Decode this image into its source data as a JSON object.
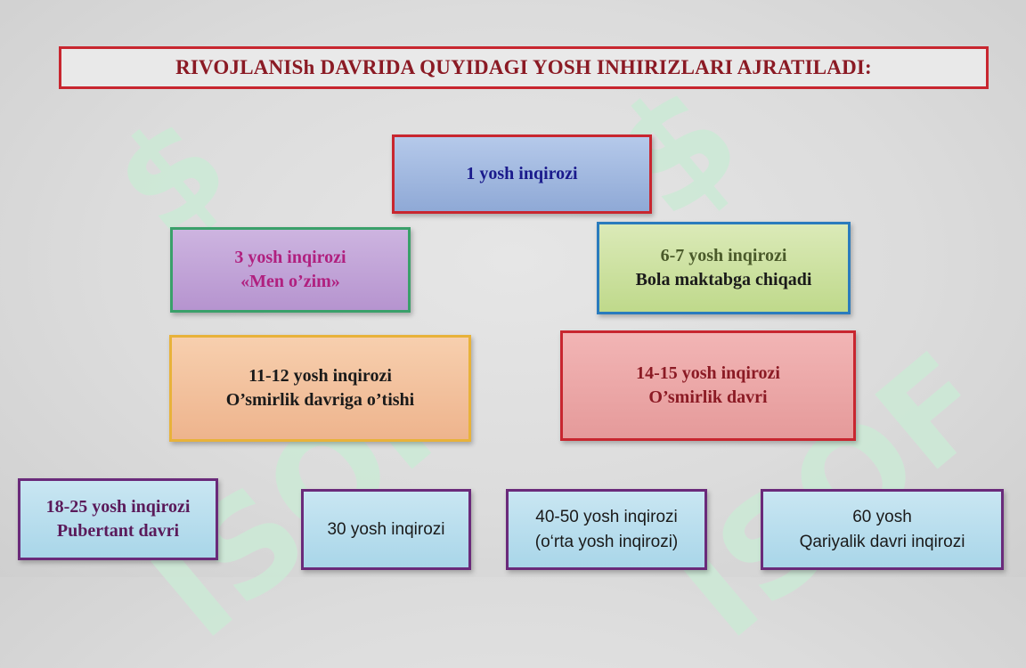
{
  "watermark": {
    "text": "ISOF"
  },
  "title": "RIVOJLANISh DAVRIDA QUYIDAGI YOSH INHIRIZLARI AJRATILADI:",
  "boxes": {
    "b1": {
      "lines": [
        "1 yosh inqirozi"
      ],
      "color": "#1a1a8c"
    },
    "b3": {
      "lines": [
        "3 yosh inqirozi",
        "«Men o’zim»"
      ],
      "color": "#b0207f"
    },
    "b67": {
      "lines": [
        "6-7 yosh inqirozi",
        "Bola maktabga chiqadi"
      ],
      "colors": [
        "#4a5a2a",
        "#1a1a1a"
      ]
    },
    "b1112": {
      "lines": [
        "11-12 yosh inqirozi",
        "O’smirlik davriga o’tishi"
      ],
      "color": "#1a1a1a"
    },
    "b1415": {
      "lines": [
        "14-15 yosh inqirozi",
        "O’smirlik davri"
      ],
      "color": "#8b1a24"
    },
    "b1825": {
      "lines": [
        "18-25 yosh inqirozi",
        "Pubertant davri"
      ],
      "color": "#5a1a5a"
    },
    "b30": {
      "lines": [
        "30 yosh inqirozi"
      ]
    },
    "b4050": {
      "lines": [
        "40-50 yosh inqirozi",
        "(o‘rta yosh inqirozi)"
      ]
    },
    "b60": {
      "lines": [
        "60 yosh",
        "Qariyalik davri inqirozi"
      ]
    }
  }
}
